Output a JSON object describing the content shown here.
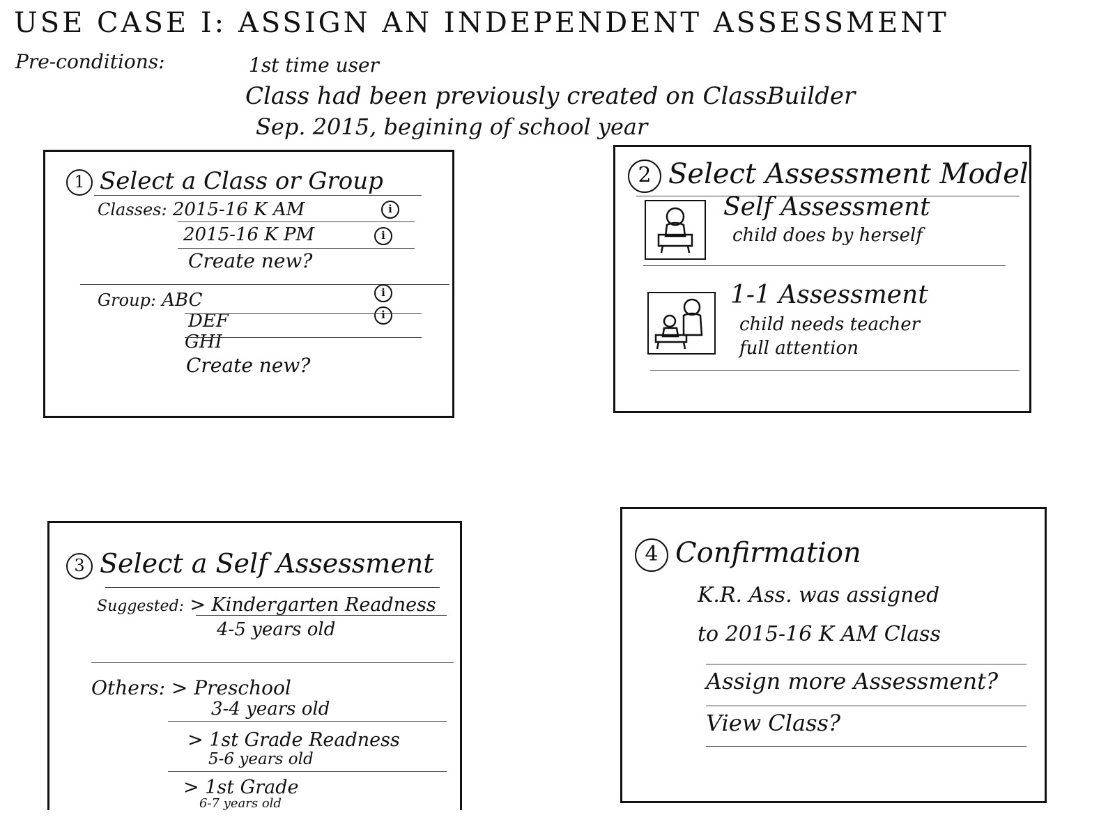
{
  "header": {
    "title": "USE CASE I: ASSIGN AN INDEPENDENT ASSESSMENT",
    "preconditions_label": "Pre-conditions:",
    "preconditions": [
      "1st time user",
      "Class had been previously created on ClassBuilder",
      "Sep. 2015, begining of school year"
    ]
  },
  "panel1": {
    "number": "1",
    "title": "Select a Class or Group",
    "classes_label": "Classes:",
    "classes": [
      "2015-16 K AM",
      "2015-16 K PM"
    ],
    "classes_create": "Create new?",
    "group_label": "Group:",
    "groups": [
      "ABC",
      "DEF",
      "GHI"
    ],
    "groups_create": "Create new?",
    "info_glyph": "i"
  },
  "panel2": {
    "number": "2",
    "title": "Select Assessment Model",
    "models": [
      {
        "title": "Self Assessment",
        "desc": [
          "child does by herself"
        ]
      },
      {
        "title": "1-1 Assessment",
        "desc": [
          "child needs teacher",
          "full attention"
        ]
      }
    ]
  },
  "panel3": {
    "number": "3",
    "title": "Select a Self Assessment",
    "suggested_label": "Suggested:",
    "suggested": {
      "name": "> Kindergarten Readness",
      "age": "4-5 years old"
    },
    "others_label": "Others:",
    "others": [
      {
        "name": "> Preschool",
        "age": "3-4 years old"
      },
      {
        "name": "> 1st Grade Readness",
        "age": "5-6 years old"
      },
      {
        "name": "> 1st Grade",
        "age": "6-7 years old"
      }
    ]
  },
  "panel4": {
    "number": "4",
    "title": "Confirmation",
    "message": [
      "K.R. Ass. was assigned",
      "to 2015-16 K AM Class"
    ],
    "actions": [
      "Assign more Assessment?",
      "View Class?"
    ]
  }
}
